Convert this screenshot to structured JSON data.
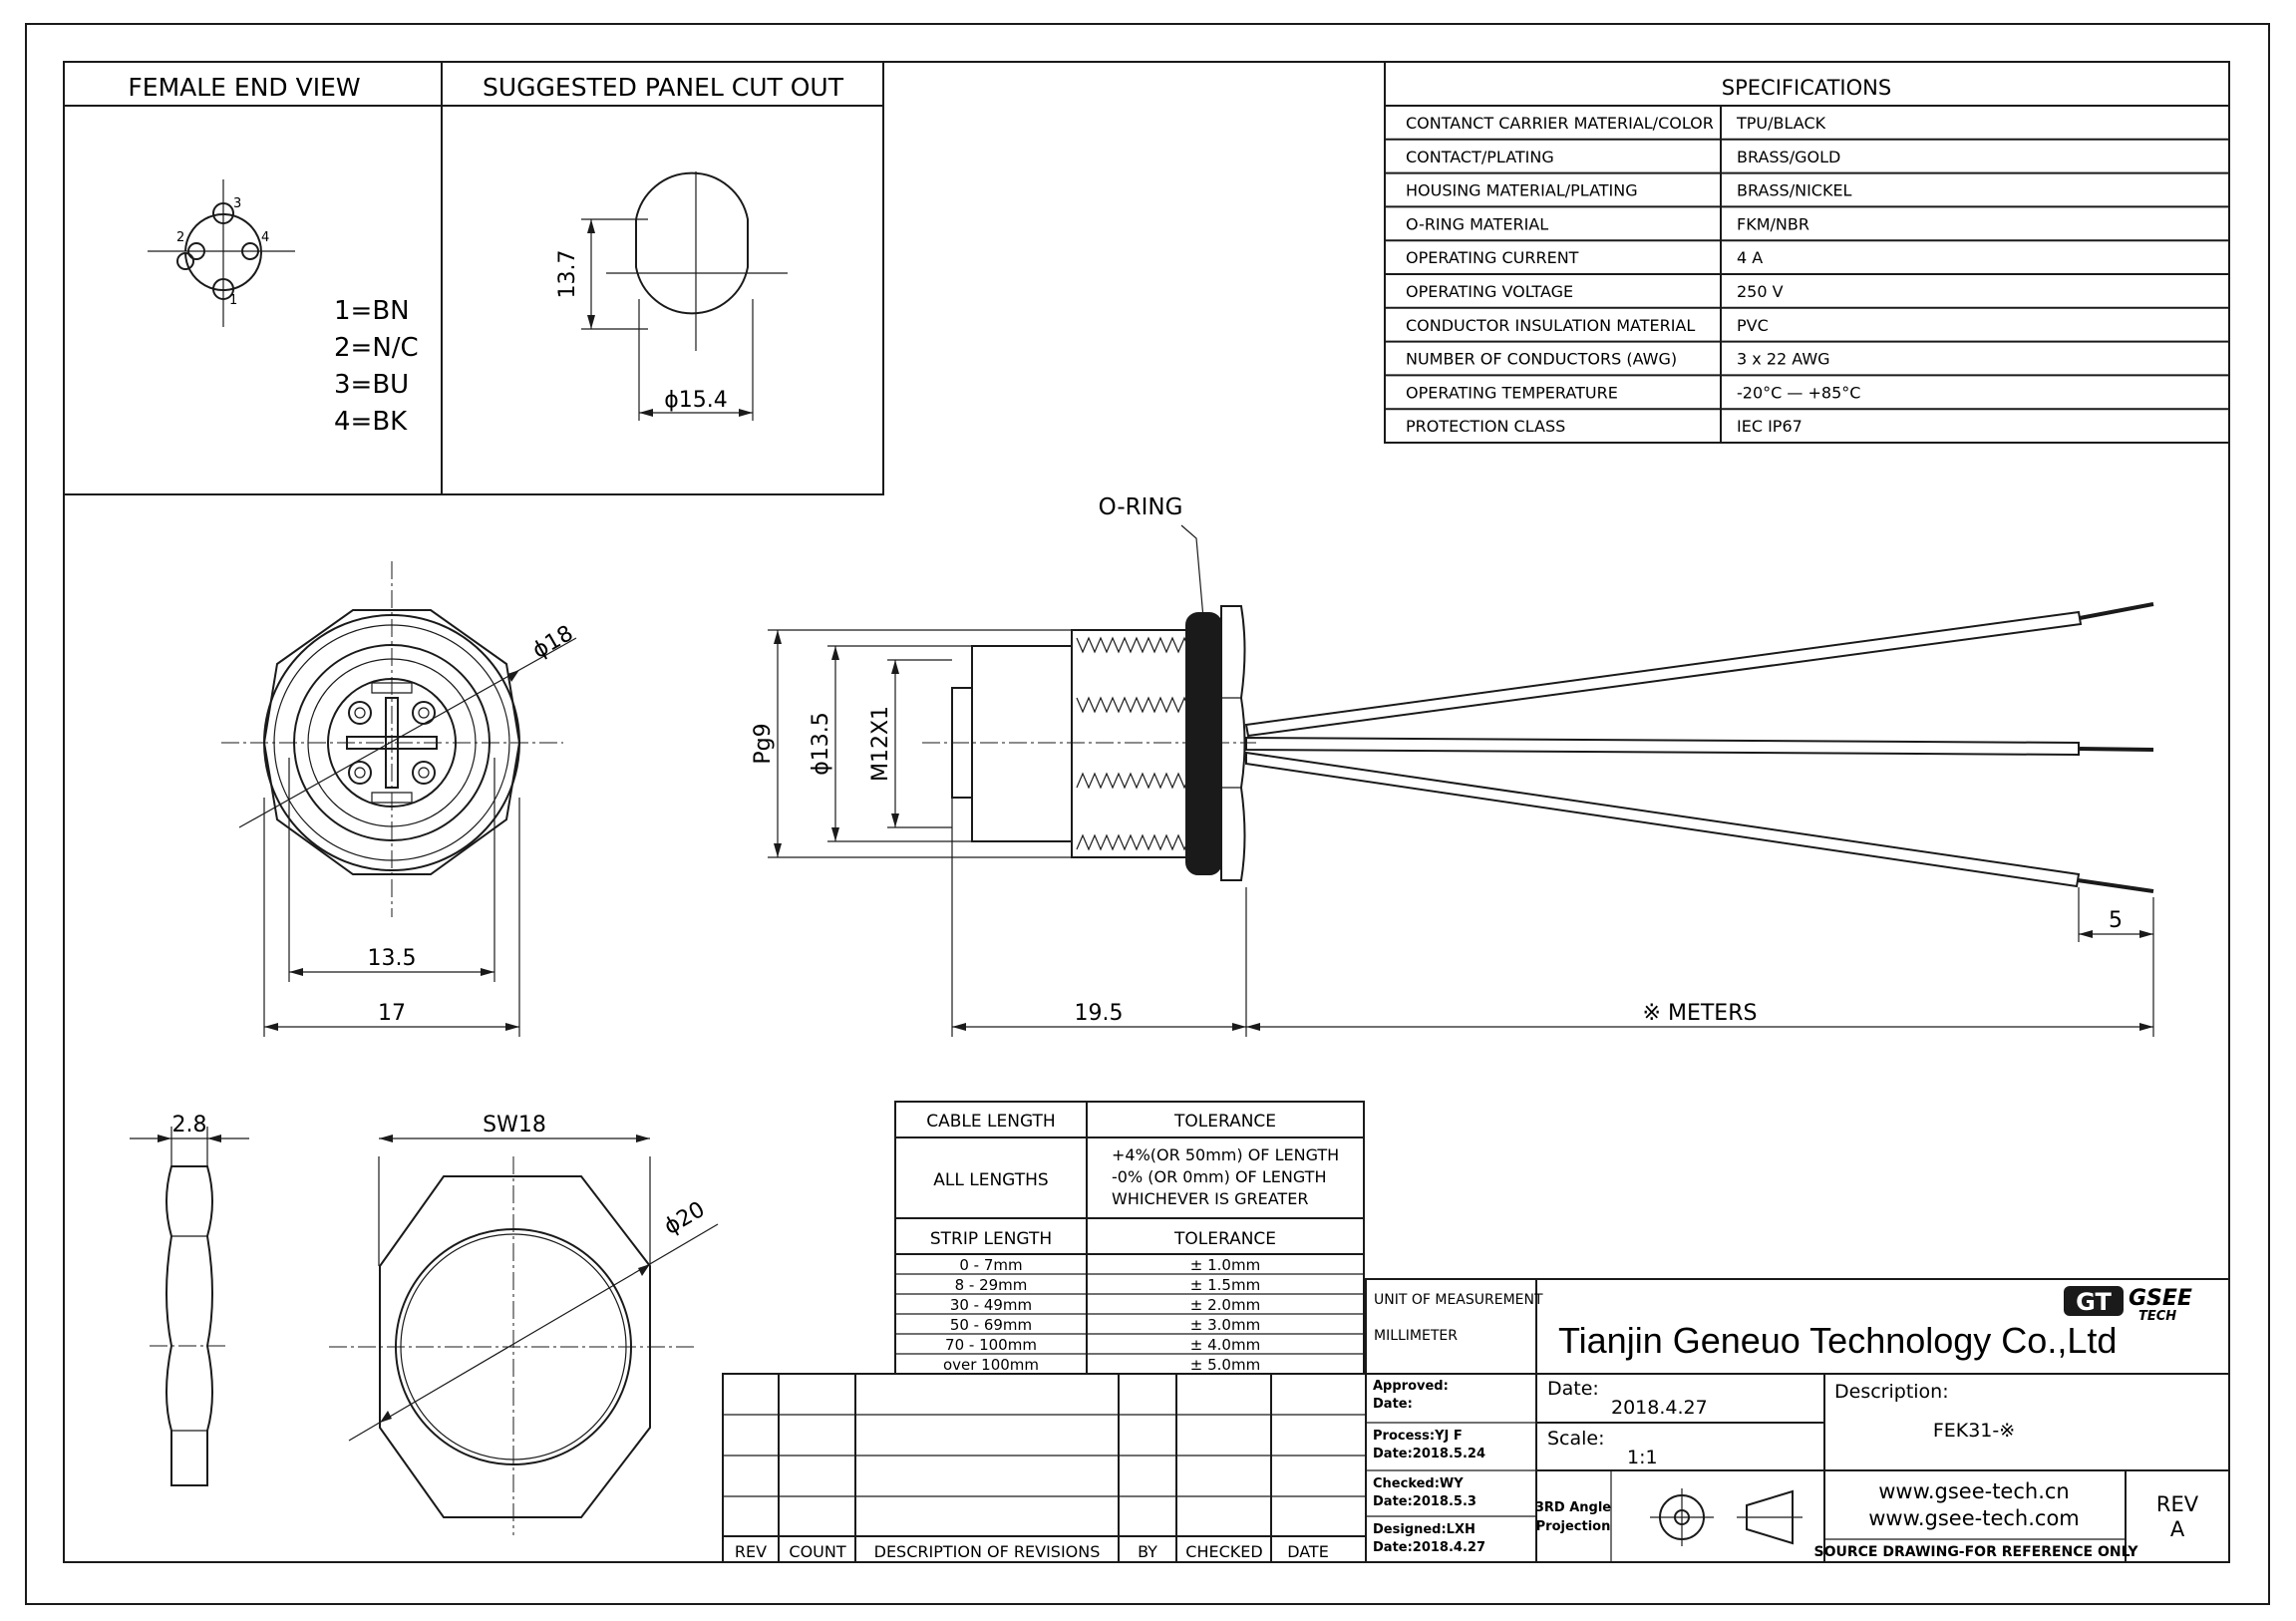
{
  "views": {
    "female_end_view_title": "FEMALE END VIEW",
    "panel_cutout_title": "SUGGESTED PANEL CUT OUT",
    "pin_legend": [
      "1=BN",
      "2=N/C",
      "3=BU",
      "4=BK"
    ],
    "pin_numbers": [
      "1",
      "2",
      "3",
      "4"
    ]
  },
  "cutout": {
    "height_dim": "13.7",
    "diameter_dim": "ϕ15.4"
  },
  "specifications": {
    "title": "SPECIFICATIONS",
    "rows": [
      {
        "label": "CONTANCT CARRIER MATERIAL/COLOR",
        "value": "TPU/BLACK"
      },
      {
        "label": "CONTACT/PLATING",
        "value": "BRASS/GOLD"
      },
      {
        "label": "HOUSING MATERIAL/PLATING",
        "value": "BRASS/NICKEL"
      },
      {
        "label": "O-RING MATERIAL",
        "value": "FKM/NBR"
      },
      {
        "label": "OPERATING CURRENT",
        "value": "4 A"
      },
      {
        "label": "OPERATING VOLTAGE",
        "value": "250 V"
      },
      {
        "label": "CONDUCTOR INSULATION MATERIAL",
        "value": "PVC"
      },
      {
        "label": "NUMBER OF CONDUCTORS (AWG)",
        "value": "3 x 22  AWG"
      },
      {
        "label": "OPERATING TEMPERATURE",
        "value": "-20°C — +85°C"
      },
      {
        "label": "PROTECTION CLASS",
        "value": "IEC  IP67"
      }
    ]
  },
  "front_view": {
    "dia_dim": "ϕ18",
    "inner_width_dim": "13.5",
    "outer_width_dim": "17"
  },
  "side_view": {
    "oring_label": "O-RING",
    "pg_dim": "Pg9",
    "dia_dim": "ϕ13.5",
    "thread_dim": "M12X1",
    "body_length_dim": "19.5",
    "cable_length_dim": "※ METERS",
    "strip_dim": "5"
  },
  "nut": {
    "thickness_dim": "2.8",
    "wrench_dim": "SW18",
    "dia_dim": "ϕ20"
  },
  "tolerance_table": {
    "header_left": "CABLE LENGTH",
    "header_right": "TOLERANCE",
    "all_lengths_label": "ALL LENGTHS",
    "all_lengths_lines": [
      "+4%(OR 50mm) OF LENGTH",
      "-0% (OR 0mm)  OF LENGTH",
      "WHICHEVER  IS  GREATER"
    ],
    "strip_header_left": "STRIP LENGTH",
    "strip_header_right": "TOLERANCE",
    "strip_rows": [
      {
        "range": "0 - 7mm",
        "tol": "± 1.0mm"
      },
      {
        "range": "8 - 29mm",
        "tol": "± 1.5mm"
      },
      {
        "range": "30 - 49mm",
        "tol": "± 2.0mm"
      },
      {
        "range": "50 - 69mm",
        "tol": "± 3.0mm"
      },
      {
        "range": "70 - 100mm",
        "tol": "± 4.0mm"
      },
      {
        "range": "over 100mm",
        "tol": "± 5.0mm"
      }
    ]
  },
  "revision_table": {
    "headers": [
      "REV",
      "COUNT",
      "DESCRIPTION  OF  REVISIONS",
      "BY",
      "CHECKED",
      "DATE"
    ]
  },
  "title_block": {
    "unit_label": "UNIT OF MEASUREMENT",
    "unit_value": "MILLIMETER",
    "company": "Tianjin Geneuo Technology Co.,Ltd",
    "logo_mark": "GT",
    "logo_name": "GSEE",
    "logo_sub": "TECH",
    "approved": "Approved:",
    "approved_date": "Date:",
    "process": "Process:YJ F",
    "process_date": "Date:2018.5.24",
    "checked": "Checked:WY",
    "checked_date": "Date:2018.5.3",
    "designed": "Designed:LXH",
    "designed_date": "Date:2018.4.27",
    "date_label": "Date:",
    "date_value": "2018.4.27",
    "scale_label": "Scale:",
    "scale_value": "1:1",
    "projection": [
      "3RD Angle",
      "Projection"
    ],
    "description_label": "Description:",
    "description_value": "FEK31-※",
    "website_1": "www.gsee-tech.cn",
    "website_2": "www.gsee-tech.com",
    "source_note": "SOURCE DRAWING-FOR REFERENCE ONLY",
    "rev_label": "REV",
    "rev_value": "A"
  }
}
